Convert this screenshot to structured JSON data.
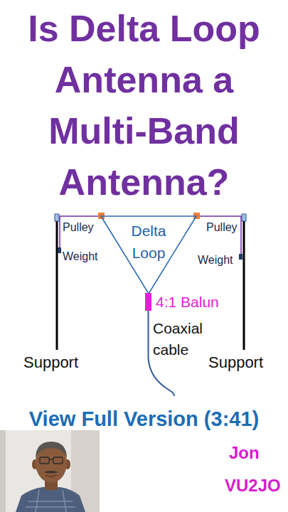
{
  "diagram": {
    "title": "Is Delta Loop Antenna a Multi-Band Antenna?",
    "nodes": [
      {
        "text": [
          "Delta Loop"
        ]
      },
      {
        "text": [
          "4:1 Balun"
        ]
      }
    ],
    "labels": [
      "Pulley",
      "Pulley",
      "Weight",
      "Weight",
      "Coaxial cable",
      "Support",
      "Support",
      "View Full Version (3:41)",
      "Jon",
      "VU2JO"
    ]
  }
}
